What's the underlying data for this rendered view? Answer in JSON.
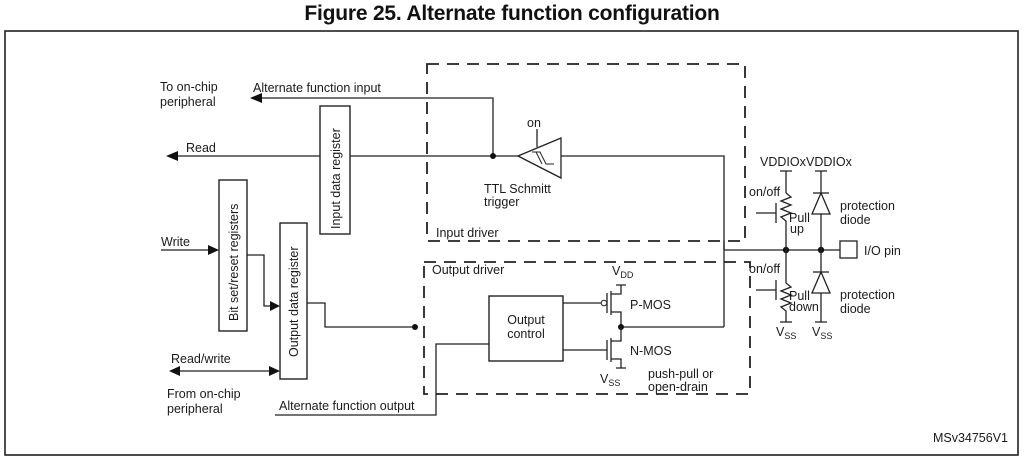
{
  "figure": {
    "title": "Figure 25. Alternate function configuration",
    "id_code": "MSv34756V1"
  },
  "labels": {
    "to_on_chip": "To on-chip",
    "to_peripheral": "peripheral",
    "alt_func_input": "Alternate function input",
    "read": "Read",
    "write": "Write",
    "read_write": "Read/write",
    "from_on_chip": "From on-chip",
    "from_peripheral": "peripheral",
    "alt_func_output": "Alternate function output",
    "input_data_register": "Input data register",
    "bit_set_reset_registers": "Bit set/reset registers",
    "output_data_register": "Output data register",
    "input_driver": "Input driver",
    "output_driver": "Output driver",
    "schmitt_on": "on",
    "schmitt_line1": "TTL Schmitt",
    "schmitt_line2": "trigger",
    "output_control_1": "Output",
    "output_control_2": "control",
    "vdd_v": "V",
    "vdd_sub": "DD",
    "vss_v": "V",
    "vss_sub": "SS",
    "pmos": "P-MOS",
    "nmos": "N-MOS",
    "mode_1": "push-pull or",
    "mode_2": "open-drain",
    "vddiox_1": "VDDIOx",
    "vddiox_2": "VDDIOx",
    "on_off_up": "on/off",
    "on_off_down": "on/off",
    "pull_up_1": "Pull",
    "pull_up_2": "up",
    "pull_down_1": "Pull",
    "pull_down_2": "down",
    "protection_diode_1": "protection",
    "protection_diode_2": "diode",
    "io_pin": "I/O pin"
  }
}
